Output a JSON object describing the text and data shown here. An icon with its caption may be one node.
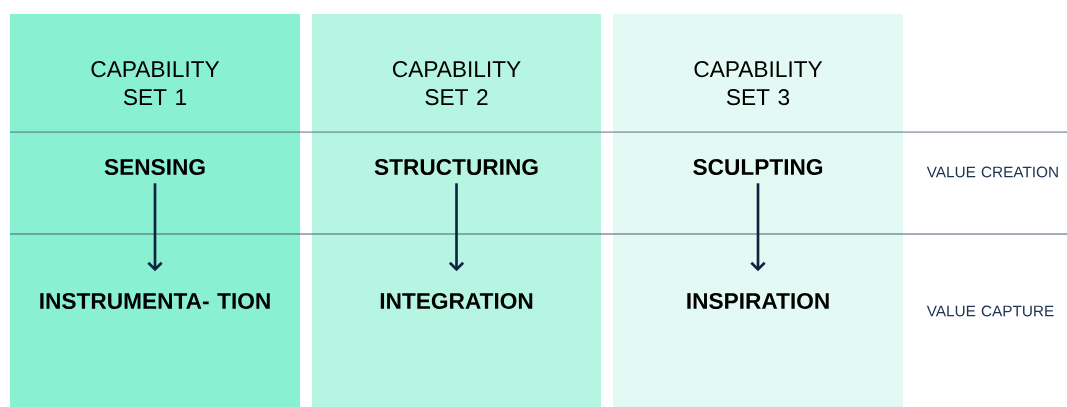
{
  "diagram": {
    "nodes": [
      {
        "text": [
          "CAPABILITY SET 1"
        ]
      },
      {
        "text": [
          "SENSING"
        ],
        "in": 0
      },
      {
        "text": [
          "INSTRUMENTA- TION"
        ],
        "in": 0
      },
      {
        "text": [
          "CAPABILITY SET 2"
        ]
      },
      {
        "text": [
          "STRUCTURING"
        ],
        "in": 3
      },
      {
        "text": [
          "INTEGRATION"
        ],
        "in": 3
      },
      {
        "text": [
          "CAPABILITY SET 3"
        ]
      },
      {
        "text": [
          "SCULPTING"
        ],
        "in": 6
      },
      {
        "text": [
          "INSPIRATION"
        ],
        "in": 6
      }
    ],
    "edges": [
      {
        "from": 1,
        "to": 2,
        "arrow": "to"
      },
      {
        "from": 4,
        "to": 5,
        "arrow": "to"
      },
      {
        "from": 7,
        "to": 8,
        "arrow": "to"
      }
    ],
    "labels": [
      "VALUE CREATION",
      "VALUE CAPTURE"
    ]
  }
}
